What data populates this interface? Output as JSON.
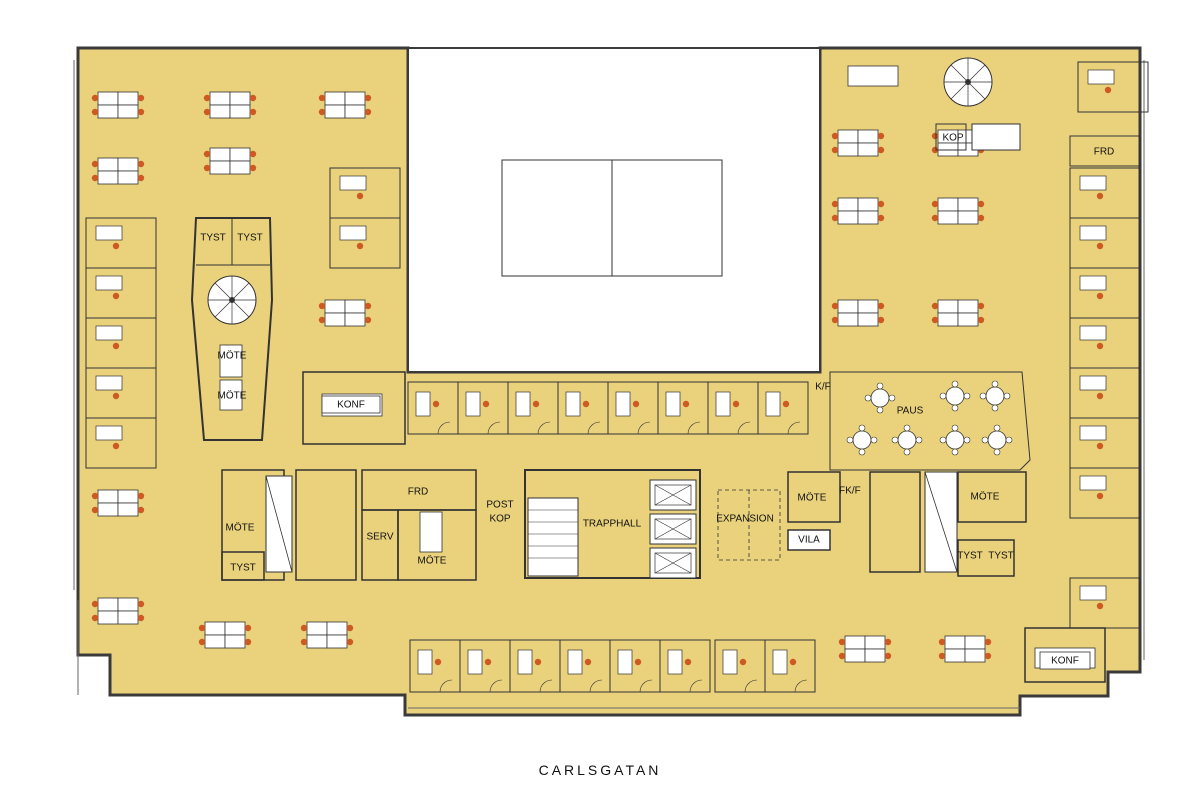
{
  "colors": {
    "floor": "#ead27d",
    "wall": "#3a3a3a",
    "desk": "#ffffff",
    "chair": "#cc5a22",
    "courtyard": "#ffffff"
  },
  "labels": {
    "tyst": "TYST",
    "mote": "MÖTE",
    "konf": "KONF",
    "frd": "FRD",
    "kop": "KOP",
    "serv": "SERV",
    "post_kop_1": "POST",
    "post_kop_2": "KOP",
    "trapphall": "TRAPPHALL",
    "expansion": "EXPANSION",
    "vila": "VILA",
    "paus": "PAUS",
    "kf": "K/F",
    "f": "F",
    "street": "CARLSGATAN"
  },
  "icons": [
    "spiral-stair-icon",
    "stair-icon",
    "elevator-icon",
    "door-swing-icon"
  ]
}
